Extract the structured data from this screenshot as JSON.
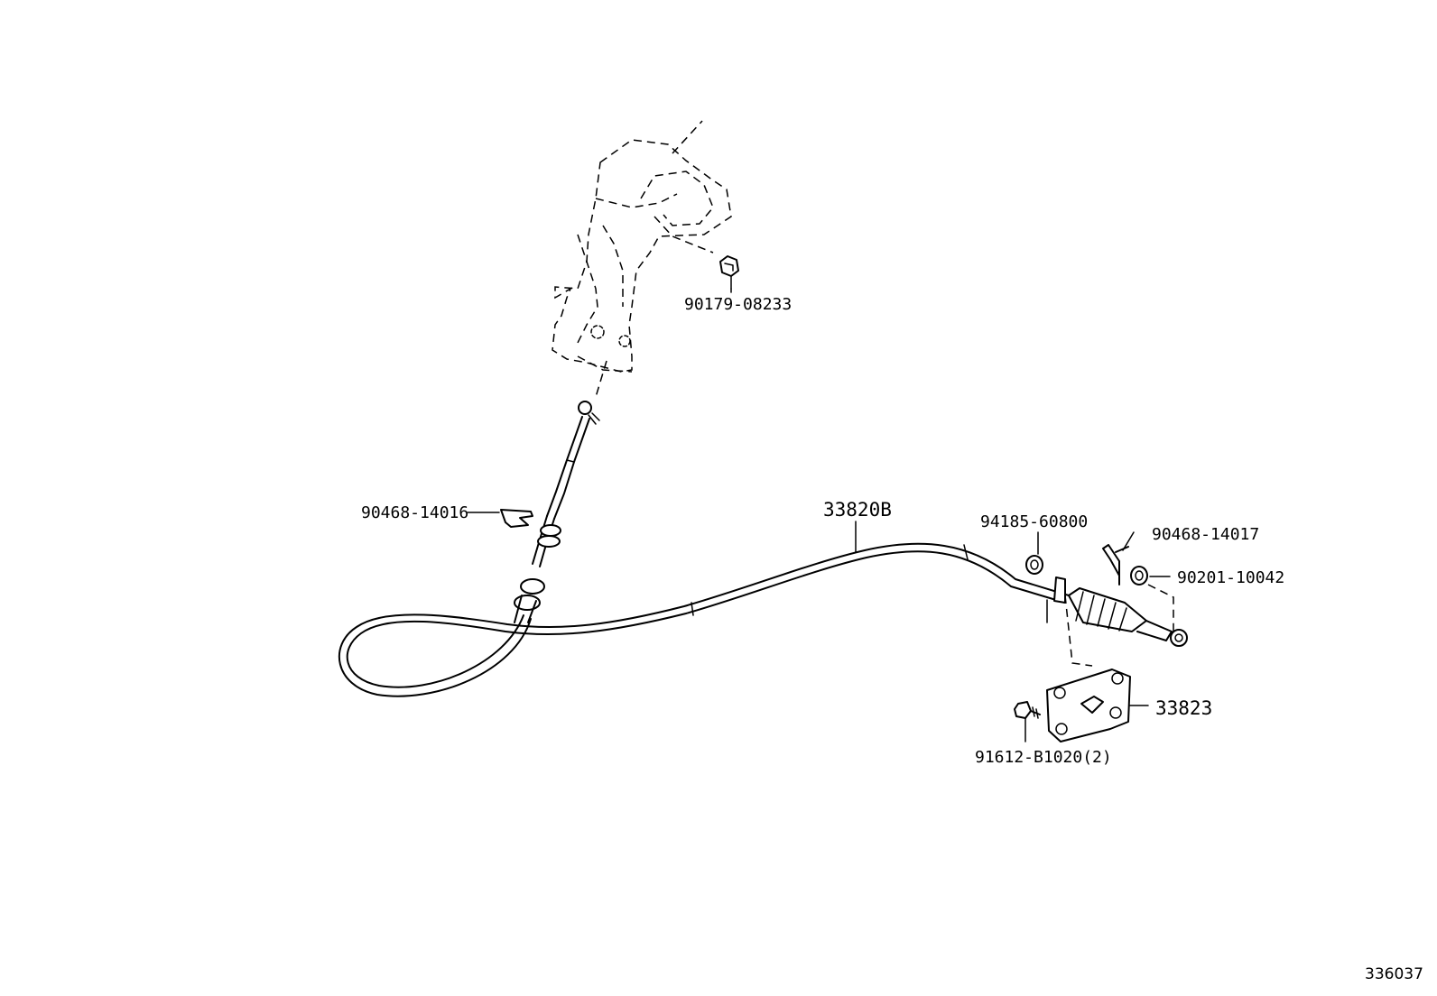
{
  "diagram": {
    "parts": {
      "p90179": "90179-08233",
      "p90468_a": "90468-14016",
      "p33820": "33820B",
      "p94185": "94185-60800",
      "p90468_b": "90468-14017",
      "p90201": "90201-10042",
      "p33823": "33823",
      "p91612": "91612-B1020(2)"
    },
    "illustration_number": "336037"
  }
}
